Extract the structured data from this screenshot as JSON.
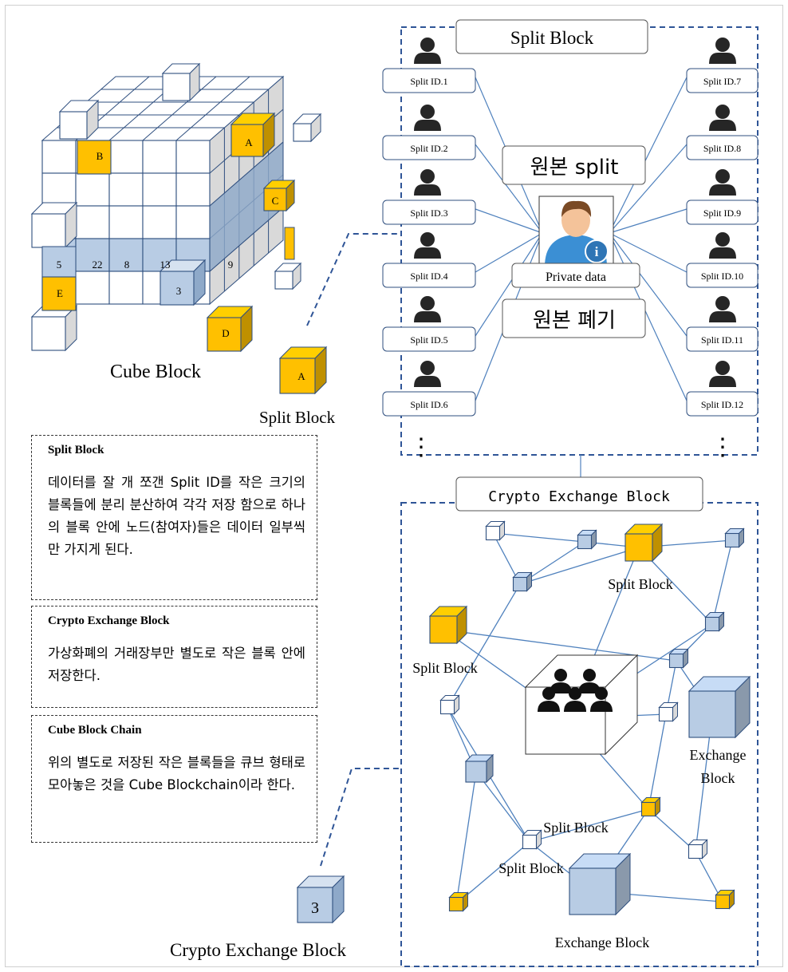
{
  "cube_block": {
    "caption": "Cube Block",
    "face_labels": [
      "A",
      "B",
      "C",
      "D",
      "E",
      "3"
    ],
    "row_numbers": [
      "5",
      "22",
      "8",
      "13",
      "9"
    ]
  },
  "split_block_icon": {
    "label": "A",
    "caption": "Split Block"
  },
  "crypto_icon": {
    "label": "3",
    "caption": "Crypto Exchange Block"
  },
  "split_panel": {
    "title": "Split Block",
    "left_ids": [
      "Split ID.1",
      "Split ID.2",
      "Split ID.3",
      "Split ID.4",
      "Split ID.5",
      "Split ID.6"
    ],
    "right_ids": [
      "Split ID.7",
      "Split ID.8",
      "Split ID.9",
      "Split ID.10",
      "Split ID.11",
      "Split ID.12"
    ],
    "center_top": "원본 split",
    "center_data": "Private data",
    "center_bottom": "원본 폐기",
    "more": "⋮"
  },
  "exchange_panel": {
    "title": "Crypto Exchange Block",
    "labels": {
      "split_top": "Split Block",
      "split_left": "Split Block",
      "split_center": "Split Block",
      "split_low": "Split Block",
      "exchange_right_1": "Exchange",
      "exchange_right_2": "Block",
      "exchange_bottom": "Exchange Block"
    }
  },
  "descriptions": [
    {
      "title": "Split Block",
      "body": "데이터를 잘 개 쪼갠 Split ID를 작은 크기의 블록들에 분리 분산하여 각각 저장 함으로 하나의 블록 안에 노드(참여자)들은 데이터 일부씩만 가지게 된다."
    },
    {
      "title": "Crypto Exchange Block",
      "body": "가상화폐의 거래장부만 별도로 작은 블록 안에 저장한다."
    },
    {
      "title": "Cube Block Chain",
      "body": "위의 별도로 저장된 작은 블록들을 큐브 형태로 모아놓은 것을 Cube Blockchain이라 한다."
    }
  ],
  "colors": {
    "gold": "#ffc000",
    "blue": "#b8cce4",
    "line": "#4f81bd",
    "dash": "#2f5597",
    "person": "#262626"
  }
}
